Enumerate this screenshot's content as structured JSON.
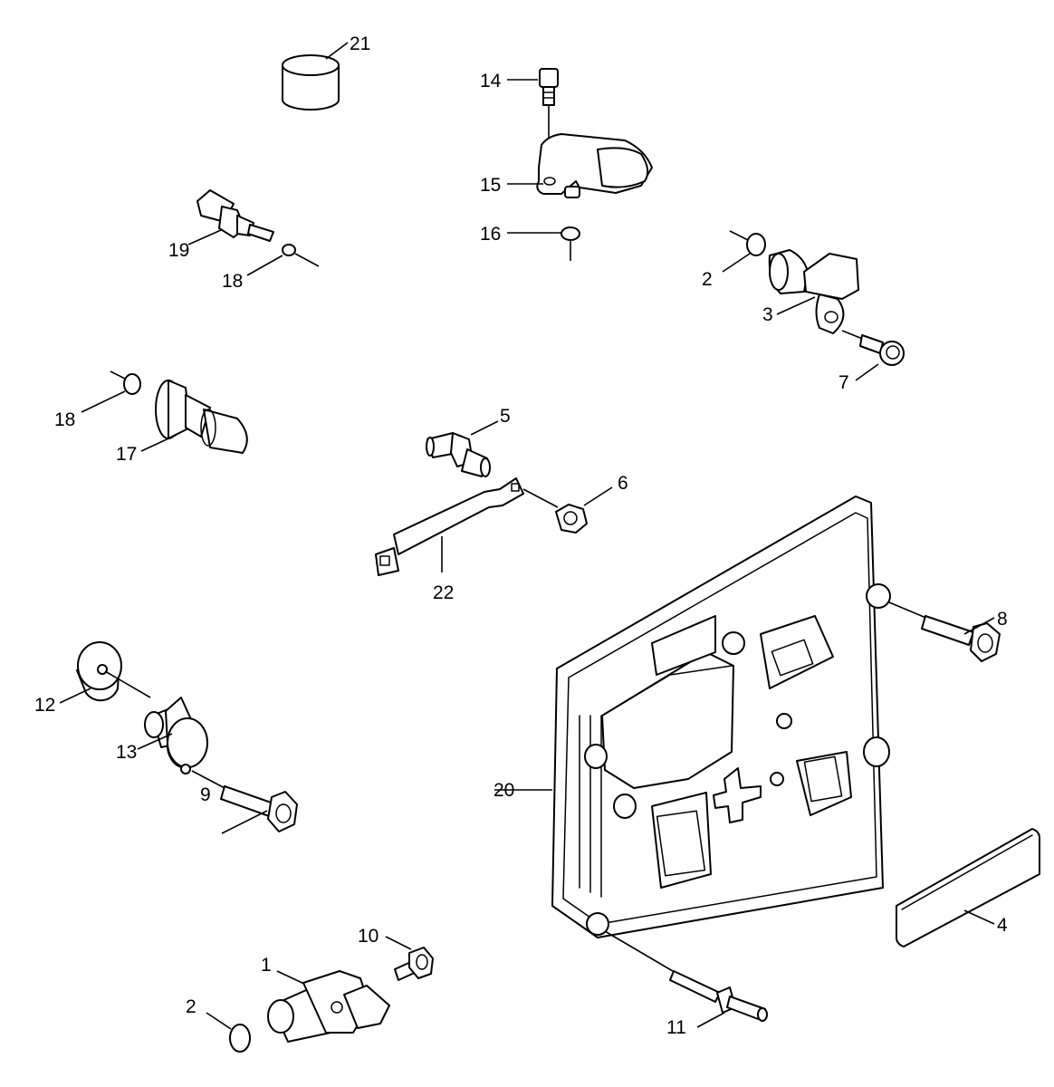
{
  "colors": {
    "line": "#000000",
    "background": "#ffffff"
  },
  "callouts": {
    "c1": "1",
    "c2a": "2",
    "c2b": "2",
    "c3": "3",
    "c4": "4",
    "c5": "5",
    "c6": "6",
    "c7": "7",
    "c8": "8",
    "c9": "9",
    "c10": "10",
    "c11": "11",
    "c12": "12",
    "c13": "13",
    "c14": "14",
    "c15": "15",
    "c16": "16",
    "c17": "17",
    "c18a": "18",
    "c18b": "18",
    "c19": "19",
    "c20": "20",
    "c21": "21",
    "c22": "22"
  }
}
